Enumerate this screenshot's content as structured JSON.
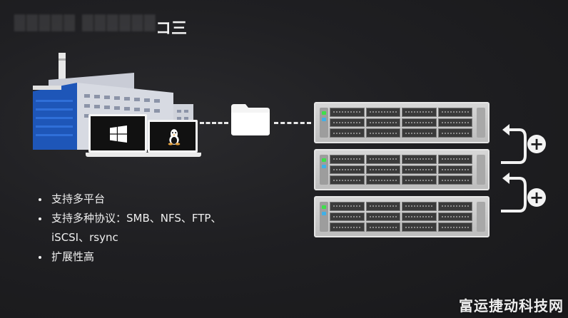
{
  "header": {
    "title_glyph": "コ三"
  },
  "bullets": [
    "支持多平台",
    "支持多种协议：SMB、NFS、FTP、",
    "iSCSI、rsync",
    "扩展性高"
  ],
  "icons": {
    "os_left": "windows-logo-icon",
    "os_right": "linux-tux-icon",
    "folder": "folder-icon",
    "add": "plus-circle-icon"
  },
  "colors": {
    "background": "#1f1f22",
    "server_led": "#3de04a",
    "accent": "#ffffff"
  },
  "watermark": "富运捷动科技网"
}
